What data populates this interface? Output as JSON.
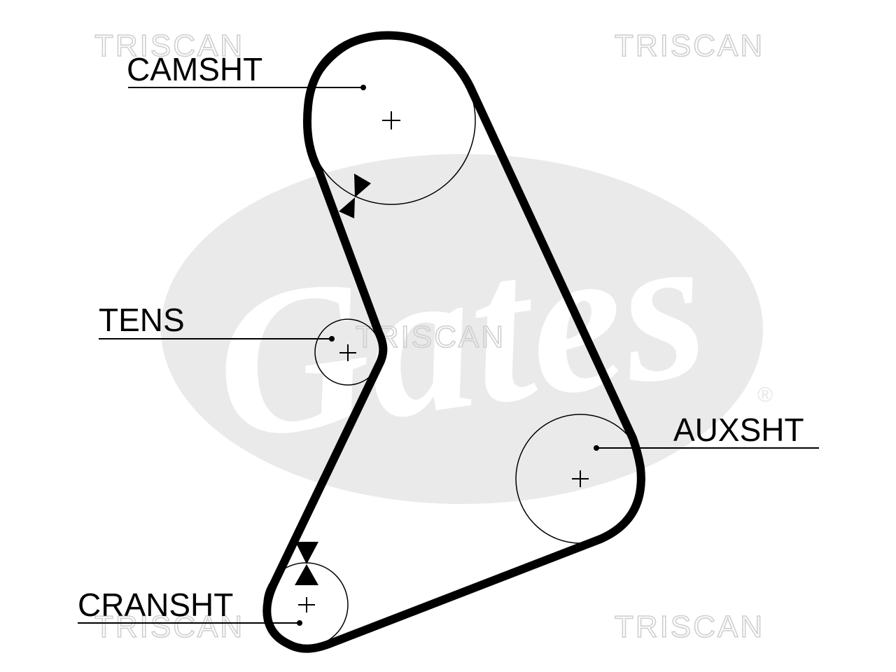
{
  "labels": {
    "camshaft": "CAMSHT",
    "tensioner": "TENS",
    "aux_shaft": "AUXSHT",
    "crankshaft": "CRANSHT"
  },
  "watermarks": {
    "top_left": "TRISCAN",
    "top_right": "TRISCAN",
    "center": "TRISCAN",
    "bottom_left": "TRISCAN",
    "bottom_right": "TRISCAN"
  },
  "logo": {
    "text": "Gates",
    "registered_mark": "®"
  },
  "colors": {
    "belt": "#000000",
    "logo_ellipse": "#eaeaea",
    "watermark_stroke": "#cfcfcf"
  }
}
